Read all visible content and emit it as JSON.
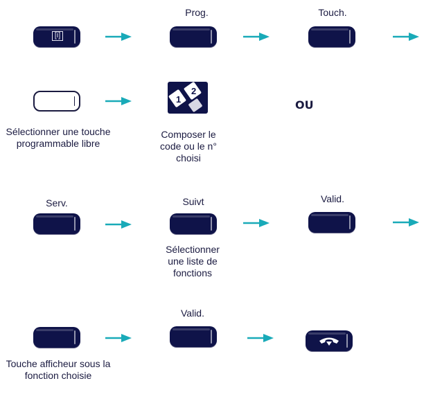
{
  "colors": {
    "key": "#0f1349",
    "arrow": "#19aab8",
    "text": "#1a1a40"
  },
  "row1": {
    "info_key_glyph": "[i]",
    "prog_label": "Prog.",
    "touch_label": "Touch."
  },
  "row2": {
    "free_key_caption": "Sélectionner une touche programmable libre",
    "keypad_digit_1": "1",
    "keypad_digit_2": "2",
    "keypad_caption": "Composer le code ou le n° choisi",
    "or_label": "OU"
  },
  "row3": {
    "serv_label": "Serv.",
    "suivt_label": "Suivt",
    "suivt_caption": "Sélectionner une liste de fonctions",
    "valid_label": "Valid."
  },
  "row4": {
    "display_key_caption": "Touche afficheur sous la fonction choisie",
    "valid_label": "Valid.",
    "hangup_icon": "hang-up-icon"
  }
}
